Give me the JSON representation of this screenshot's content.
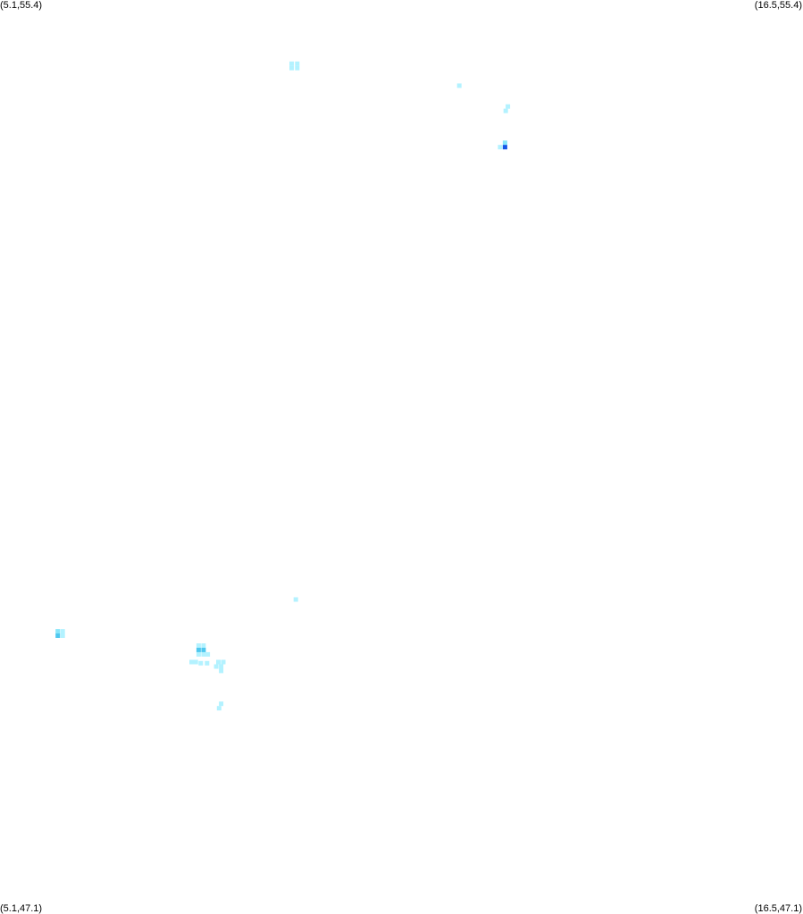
{
  "corners": {
    "top_left": "(5.1,55.4)",
    "top_right": "(16.5,55.4)",
    "bottom_left": "(5.1,47.1)",
    "bottom_right": "(16.5,47.1)"
  },
  "bounds": {
    "lon_min": 5.1,
    "lon_max": 16.5,
    "lat_min": 47.1,
    "lat_max": 55.4
  },
  "colors": {
    "background": "#ffffff",
    "level_1": "#b3f2ff",
    "level_2": "#87e6fa",
    "level_3": "#4fc8ef",
    "level_4": "#1556e8"
  },
  "chart_data": {
    "type": "heatmap",
    "title": "",
    "xlabel": "",
    "ylabel": "",
    "xlim": [
      5.1,
      16.5
    ],
    "ylim": [
      47.1,
      55.4
    ],
    "cells": [
      {
        "lon": 9.24,
        "lat": 54.82,
        "level": 1
      },
      {
        "lon": 9.32,
        "lat": 54.82,
        "level": 1
      },
      {
        "lon": 9.24,
        "lat": 54.78,
        "level": 1
      },
      {
        "lon": 9.32,
        "lat": 54.78,
        "level": 1
      },
      {
        "lon": 11.62,
        "lat": 54.62,
        "level": 1
      },
      {
        "lon": 12.31,
        "lat": 54.43,
        "level": 1
      },
      {
        "lon": 12.28,
        "lat": 54.39,
        "level": 1
      },
      {
        "lon": 12.27,
        "lat": 54.1,
        "level": 2
      },
      {
        "lon": 12.2,
        "lat": 54.06,
        "level": 1
      },
      {
        "lon": 12.27,
        "lat": 54.06,
        "level": 4
      },
      {
        "lon": 9.3,
        "lat": 49.94,
        "level": 1
      },
      {
        "lon": 5.92,
        "lat": 49.65,
        "level": 2
      },
      {
        "lon": 5.99,
        "lat": 49.65,
        "level": 1
      },
      {
        "lon": 5.92,
        "lat": 49.61,
        "level": 3
      },
      {
        "lon": 5.99,
        "lat": 49.61,
        "level": 1
      },
      {
        "lon": 7.92,
        "lat": 49.52,
        "level": 1
      },
      {
        "lon": 7.99,
        "lat": 49.52,
        "level": 1
      },
      {
        "lon": 7.92,
        "lat": 49.48,
        "level": 3
      },
      {
        "lon": 7.99,
        "lat": 49.48,
        "level": 3
      },
      {
        "lon": 7.92,
        "lat": 49.44,
        "level": 1
      },
      {
        "lon": 7.99,
        "lat": 49.44,
        "level": 1
      },
      {
        "lon": 8.05,
        "lat": 49.44,
        "level": 1
      },
      {
        "lon": 7.82,
        "lat": 49.37,
        "level": 1
      },
      {
        "lon": 7.88,
        "lat": 49.37,
        "level": 1
      },
      {
        "lon": 7.95,
        "lat": 49.36,
        "level": 1
      },
      {
        "lon": 8.04,
        "lat": 49.36,
        "level": 1
      },
      {
        "lon": 8.2,
        "lat": 49.37,
        "level": 1
      },
      {
        "lon": 8.27,
        "lat": 49.37,
        "level": 1
      },
      {
        "lon": 8.17,
        "lat": 49.33,
        "level": 1
      },
      {
        "lon": 8.24,
        "lat": 49.33,
        "level": 1
      },
      {
        "lon": 8.24,
        "lat": 49.29,
        "level": 1
      },
      {
        "lon": 8.24,
        "lat": 48.99,
        "level": 1
      },
      {
        "lon": 8.21,
        "lat": 48.95,
        "level": 1
      }
    ]
  }
}
